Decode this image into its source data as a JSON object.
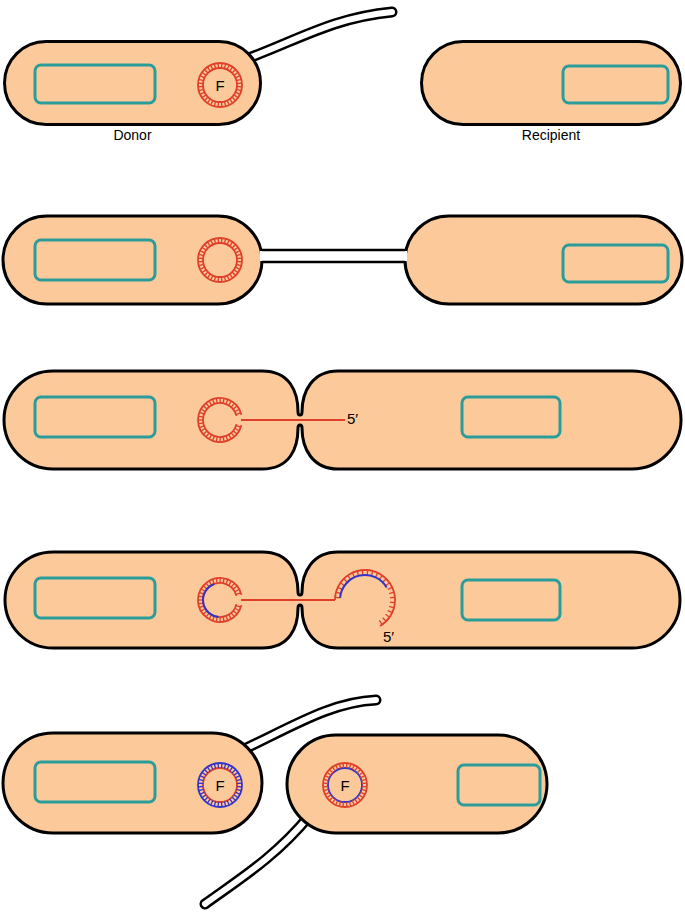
{
  "diagram": {
    "nodes": [
      {
        "text": [
          "Donor"
        ]
      },
      {
        "text": [
          "F"
        ],
        "in": 0
      },
      {
        "text": [
          "Recipient"
        ]
      },
      {
        "text": [
          "F"
        ]
      },
      {
        "text": [
          "F"
        ]
      }
    ],
    "labels": [
      "5′",
      "5′"
    ]
  }
}
